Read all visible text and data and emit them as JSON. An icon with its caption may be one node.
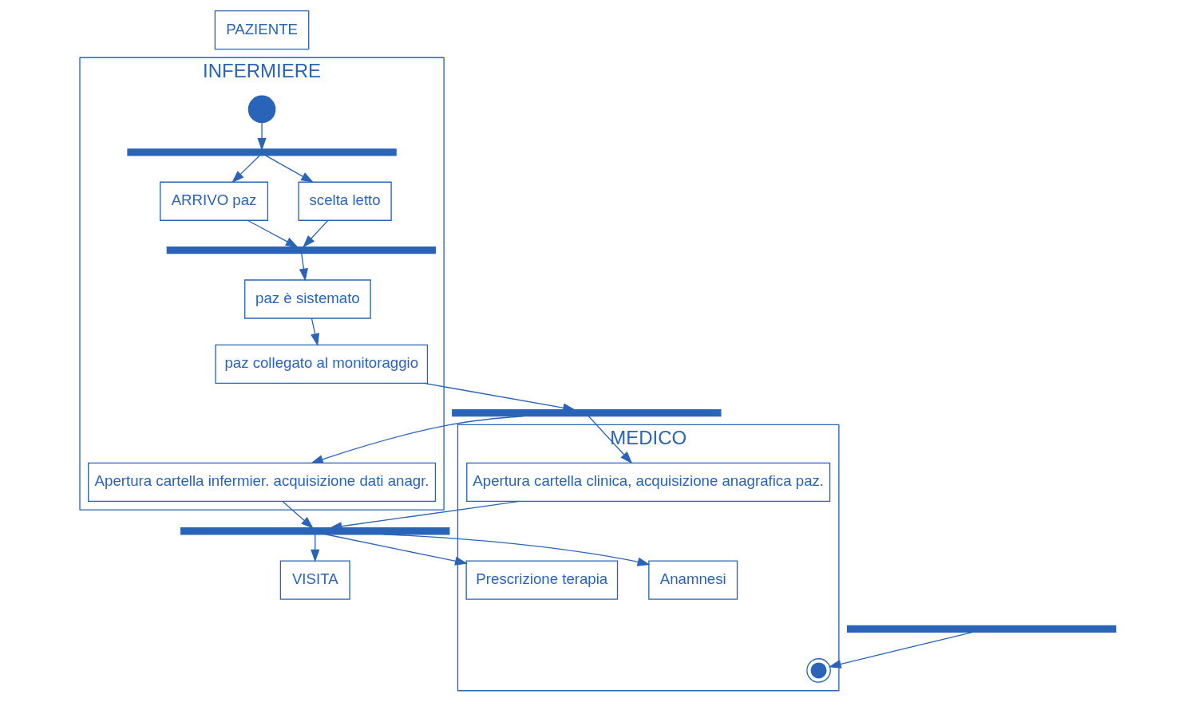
{
  "diagram": {
    "nodes": [
      {
        "text": [
          "INFERMIERE"
        ]
      },
      {
        "text": [
          "MEDICO"
        ]
      },
      {
        "text": [
          "PAZIENTE"
        ]
      },
      {
        "text": [],
        "shape": "circle",
        "in": 0
      },
      {
        "text": [],
        "shape": "bar",
        "in": 0
      },
      {
        "text": [
          "ARRIVO paz"
        ],
        "in": 0
      },
      {
        "text": [
          "scelta letto"
        ],
        "in": 0
      },
      {
        "text": [],
        "shape": "bar",
        "in": 0
      },
      {
        "text": [
          "paz è sistemato"
        ],
        "in": 0
      },
      {
        "text": [
          "paz collegato al monitoraggio"
        ],
        "in": 0
      },
      {
        "text": [],
        "shape": "bar"
      },
      {
        "text": [
          "Apertura cartella infermier. acquisizione dati anagr."
        ],
        "in": 0
      },
      {
        "text": [
          "Apertura cartella clinica, acquisizione anagrafica paz."
        ],
        "in": 1
      },
      {
        "text": [],
        "shape": "bar"
      },
      {
        "text": [
          "VISITA"
        ]
      },
      {
        "text": [
          "Anamnesi"
        ],
        "in": 1
      },
      {
        "text": [
          "Prescrizione terapia"
        ],
        "in": 1
      },
      {
        "text": [],
        "shape": "bar"
      },
      {
        "text": [],
        "shape": "bullseye",
        "in": 1
      }
    ],
    "edges": [
      {
        "from": 3,
        "to": 4,
        "arrow": "to"
      },
      {
        "from": 4,
        "to": 5,
        "arrow": "to"
      },
      {
        "from": 4,
        "to": 6,
        "arrow": "to"
      },
      {
        "from": 5,
        "to": 7,
        "arrow": "to"
      },
      {
        "from": 6,
        "to": 7,
        "arrow": "to"
      },
      {
        "from": 7,
        "to": 8,
        "arrow": "to"
      },
      {
        "from": 8,
        "to": 9,
        "arrow": "to"
      },
      {
        "from": 9,
        "to": 10,
        "arrow": "to"
      },
      {
        "from": 10,
        "to": 11,
        "arrow": "to"
      },
      {
        "from": 10,
        "to": 12,
        "arrow": "to"
      },
      {
        "from": 11,
        "to": 13,
        "arrow": "to"
      },
      {
        "from": 12,
        "to": 13,
        "arrow": "to"
      },
      {
        "from": 13,
        "to": 14,
        "arrow": "to"
      },
      {
        "from": 13,
        "to": 15,
        "arrow": "to"
      },
      {
        "from": 13,
        "to": 16,
        "arrow": "to"
      },
      {
        "from": 17,
        "to": 18,
        "arrow": "to"
      }
    ]
  }
}
